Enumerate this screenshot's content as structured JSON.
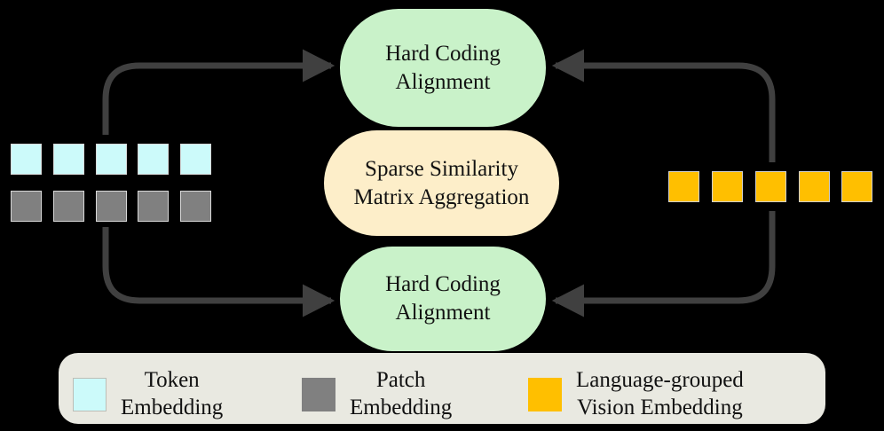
{
  "figure": {
    "background_color": "#000000",
    "arrow_color": "#404040"
  },
  "process_boxes": [
    {
      "id": "box-top",
      "name": "hard-coding-alignment-top",
      "line1": "Hard Coding",
      "line2": "Alignment",
      "fill": "#c9f2c9"
    },
    {
      "id": "box-middle",
      "name": "sparse-similarity-matrix-aggregation",
      "line1": "Sparse Similarity",
      "line2": "Matrix Aggregation",
      "fill": "#fdeec9"
    },
    {
      "id": "box-bottom",
      "name": "hard-coding-alignment-bottom",
      "line1": "Hard Coding",
      "line2": "Alignment",
      "fill": "#c9f2c9"
    }
  ],
  "embeddings": {
    "token": {
      "count": 5,
      "color": "#ccfafa"
    },
    "patch": {
      "count": 5,
      "color": "#808080"
    },
    "vision": {
      "count": 5,
      "color": "#ffbf00"
    }
  },
  "legend": {
    "background": "#e9e9e1",
    "items": [
      {
        "swatch": "token",
        "color": "#ccfafa",
        "line1": "Token",
        "line2": "Embedding"
      },
      {
        "swatch": "patch",
        "color": "#808080",
        "line1": "Patch",
        "line2": "Embedding"
      },
      {
        "swatch": "vision",
        "color": "#ffbf00",
        "line1": "Language-grouped",
        "line2": "Vision Embedding"
      }
    ]
  }
}
